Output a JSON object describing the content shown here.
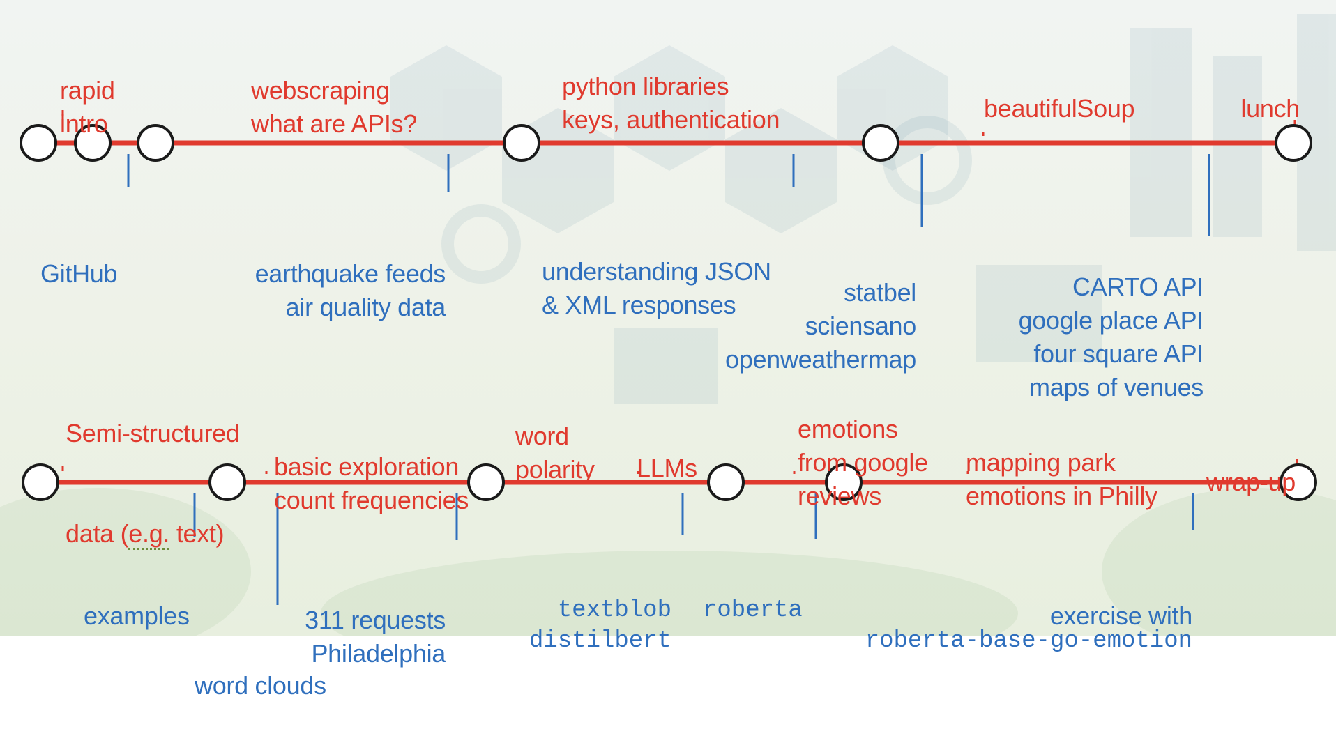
{
  "colors": {
    "accent_red": "#e03a2e",
    "accent_blue": "#2f6fbd",
    "node_fill": "#ffffff",
    "node_stroke": "#1a1a1a"
  },
  "timelines": [
    {
      "id": "morning",
      "above": [
        {
          "id": "rapid-intro",
          "lines": [
            "rapid",
            "intro"
          ]
        },
        {
          "id": "webscraping-apis",
          "lines": [
            "webscraping",
            "what are APIs?"
          ]
        },
        {
          "id": "python-libraries",
          "lines": [
            "python libraries",
            "keys, authentication"
          ]
        },
        {
          "id": "beautifulsoup",
          "lines": [
            "beautifulSoup"
          ]
        },
        {
          "id": "lunch",
          "lines": [
            "lunch"
          ]
        }
      ],
      "below": [
        {
          "id": "github",
          "lines": [
            "GitHub"
          ]
        },
        {
          "id": "earthquake-feeds",
          "lines": [
            "earthquake feeds",
            "air quality data"
          ]
        },
        {
          "id": "understanding-json",
          "lines": [
            "understanding JSON",
            "& XML responses"
          ]
        },
        {
          "id": "statbel",
          "lines": [
            "statbel",
            "sciensano",
            "openweathermap"
          ]
        },
        {
          "id": "carto-api",
          "lines": [
            "CARTO API",
            "google place API",
            "four square API",
            "maps of venues"
          ]
        }
      ]
    },
    {
      "id": "afternoon",
      "above": [
        {
          "id": "semi-structured",
          "lines": [
            "Semi-structured",
            "data (",
            "e.g.",
            " text)"
          ]
        },
        {
          "id": "basic-exploration",
          "lines": [
            "basic exploration",
            "count frequencies"
          ]
        },
        {
          "id": "word-polarity",
          "lines": [
            "word",
            "polarity"
          ]
        },
        {
          "id": "llms",
          "lines": [
            "LLMs"
          ]
        },
        {
          "id": "emotions-google",
          "lines": [
            "emotions",
            "from google",
            "reviews"
          ]
        },
        {
          "id": "mapping-park",
          "lines": [
            "mapping park",
            "emotions in Philly"
          ]
        },
        {
          "id": "wrap-up",
          "lines": [
            "wrap-up"
          ]
        }
      ],
      "below": [
        {
          "id": "examples",
          "lines": [
            "examples"
          ]
        },
        {
          "id": "word-clouds",
          "lines": [
            "word clouds"
          ]
        },
        {
          "id": "311-requests",
          "lines": [
            "311 requests",
            "Philadelphia"
          ]
        },
        {
          "id": "textblob",
          "lines": [
            "textblob",
            "distilbert"
          ]
        },
        {
          "id": "roberta",
          "lines": [
            "roberta"
          ]
        },
        {
          "id": "exercise-with",
          "lines": [
            "exercise with",
            "roberta-base-go-emotion"
          ]
        }
      ]
    }
  ]
}
